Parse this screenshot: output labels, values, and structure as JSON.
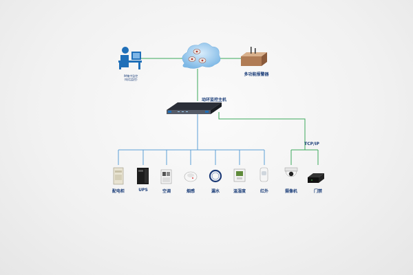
{
  "monitor_center": {
    "line1": "IM集中监控",
    "line2": "(电话监控)"
  },
  "host_label": "动环监控主机",
  "alarm_label": "多功能报警器",
  "tcp_label": "TCP/IP",
  "devices": [
    {
      "label": "配电柜",
      "icon": "distribution-cabinet-icon"
    },
    {
      "label": "UPS",
      "icon": "ups-icon"
    },
    {
      "label": "空调",
      "icon": "air-conditioner-icon"
    },
    {
      "label": "烟感",
      "icon": "smoke-detector-icon"
    },
    {
      "label": "漏水",
      "icon": "water-leak-icon"
    },
    {
      "label": "温湿度",
      "icon": "temp-humidity-icon"
    },
    {
      "label": "红外",
      "icon": "infrared-icon"
    }
  ],
  "ip_devices": [
    {
      "label": "摄像机",
      "icon": "camera-icon"
    },
    {
      "label": "门禁",
      "icon": "access-control-icon"
    }
  ],
  "colors": {
    "lan_line": "#5b9fd6",
    "green_line": "#3aa85a",
    "label": "#1d3f7a"
  }
}
